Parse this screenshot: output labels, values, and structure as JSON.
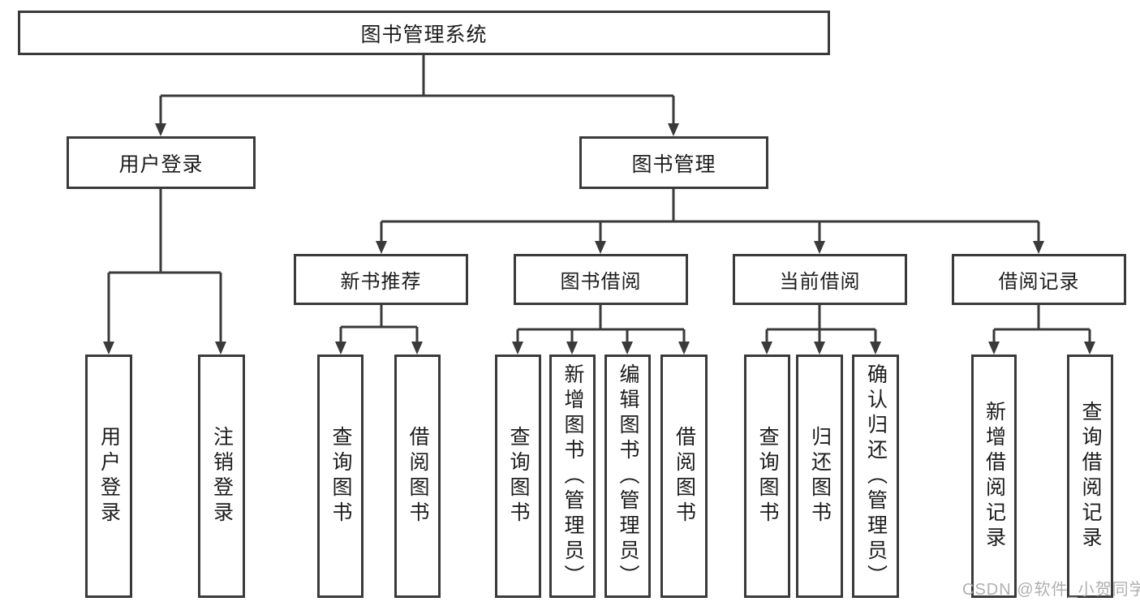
{
  "diagram": {
    "root": {
      "label": "图书管理系统"
    },
    "level2": [
      {
        "label": "用户登录"
      },
      {
        "label": "图书管理"
      }
    ],
    "level3": [
      {
        "label": "新书推荐"
      },
      {
        "label": "图书借阅"
      },
      {
        "label": "当前借阅"
      },
      {
        "label": "借阅记录"
      }
    ],
    "leaves": {
      "login": [
        "用户登录",
        "注销登录"
      ],
      "recommend": [
        "查询图书",
        "借阅图书"
      ],
      "borrow": [
        "查询图书",
        "新增图书（管理员）",
        "编辑图书（管理员）",
        "借阅图书"
      ],
      "current": [
        "查询图书",
        "归还图书",
        "确认归还（管理员）"
      ],
      "records": [
        "新增借阅记录",
        "查询借阅记录"
      ]
    }
  },
  "watermark": {
    "text": "CSDN @软件_小贺同学"
  },
  "colors": {
    "line": "#3a3a3a",
    "box_border": "#3a3a3a",
    "text": "#1c1c1c",
    "watermark": "#b0b0b0",
    "background": "#ffffff"
  }
}
